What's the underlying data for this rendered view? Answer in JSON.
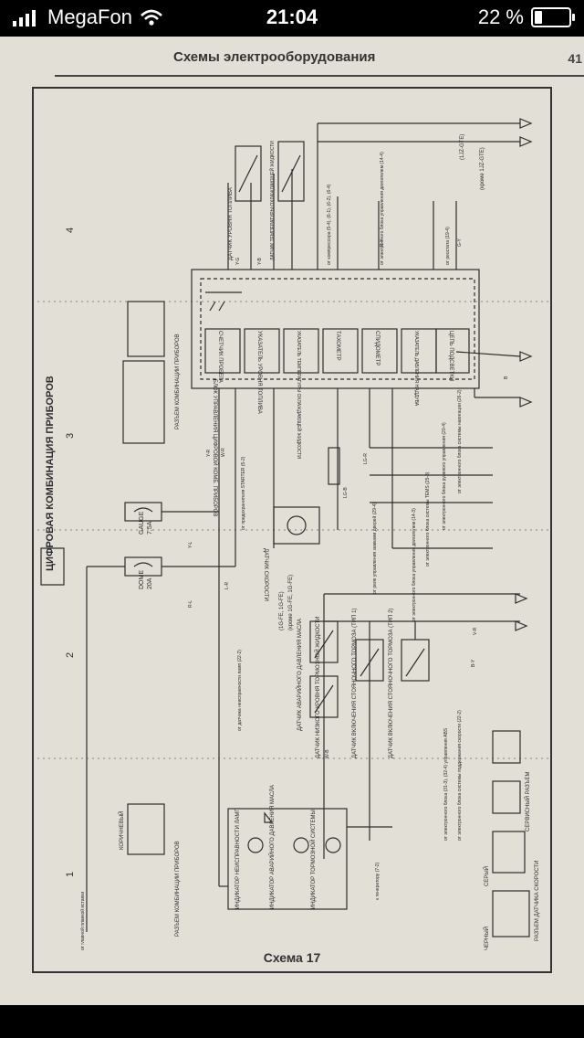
{
  "status_bar": {
    "carrier": "MegaFon",
    "time": "21:04",
    "battery": "22 %",
    "battery_level": 0.22,
    "icons": [
      "signal-bars-icon",
      "wifi-icon",
      "battery-icon"
    ]
  },
  "page": {
    "header_title": "Схемы электрооборудования",
    "page_number": "41",
    "footer": "Схема 17"
  },
  "diagram": {
    "title": "ЦИФРОВАЯ КОМБИНАЦИЯ ПРИБОРОВ",
    "zone_numbers": [
      "1",
      "2",
      "3",
      "4"
    ],
    "fuses": [
      {
        "name": "GAUGE",
        "rating": "7,5А"
      },
      {
        "name": "DOME",
        "rating": "20А"
      }
    ],
    "block_title": "БЛОК УПРАВЛЕНИЯ ЦИФРОВОЙ КОМБ. ПРИБОРОВ",
    "block_components": [
      "СЧЕТЧИК ПРОБЕГА",
      "УКАЗАТЕЛЬ УРОВНЯ ТОПЛИВА",
      "УКАЗАТЕЛЬ ТЕМПЕРАТУРЫ ОХЛАЖДАЮЩЕЙ ЖИДКОСТИ",
      "ТАХОМЕТР",
      "СПИДОМЕТР",
      "УКАЗАТЕЛЬ ДАВЛЕНИЯ НАДДУВА",
      "ЦЕПЬ ПОДСВЕТКИ"
    ],
    "sensors": [
      "ДАТЧИК УРОВНЯ ТОПЛИВА",
      "ДАТЧИК ТЕМПЕРАТУРЫ ОХЛАЖДАЮЩЕЙ ЖИДКОСТИ",
      "ДАТЧИК АВАРИЙНОГО ДАВЛЕНИЯ МАСЛА",
      "ДАТЧИК НИЗКОГО УРОВНЯ ТОРМОЗНОЙ ЖИДКОСТИ",
      "ДАТЧИК ВКЛЮЧЕНИЯ СТОЯНОЧНОГО ТОРМОЗА (ТИП 1)",
      "ДАТЧИК ВКЛЮЧЕНИЯ СТОЯНОЧНОГО ТОРМОЗА (ТИП 2)",
      "ДАТЧИК СКОРОСТИ"
    ],
    "indicators": [
      "ИНДИКАТОР НЕИСПРАВНОСТИ ЛАМП",
      "ИНДИКАТОР АВАРИЙНОГО ДАВЛЕНИЯ МАСЛА",
      "ИНДИКАТОР ТОРМОЗНОЙ СИСТЕМЫ"
    ],
    "connectors": [
      "РАЗЪЕМ КОМБИНАЦИИ ПРИБОРОВ",
      "СЕРВИСНЫЙ РАЗЪЕМ",
      "РАЗЪЕМ ДАТЧИКА СКОРОСТИ"
    ],
    "connector_colors": [
      "КОРИЧНЕВЫЙ",
      "СЕРЫЙ",
      "ЧЕРНЫЙ"
    ],
    "references": [
      "от главной плавкой вставки",
      "от датчика неисправности ламп (22-2)",
      "от предохранителя STARTER (5-2)",
      "от электронного блока (31-3), (32-4) управления ABS",
      "от электронного блока системы поддержания скорости (22-2)",
      "от реле управления замками дверей (29-4)",
      "от электронного блока управления двигателем (14-3)",
      "от электронного блока системы TEMS (25-3)",
      "от электронного блока рулевого управления (20-4)",
      "от электронного блока системы навигации (26-2)",
      "от электронного блока управления двигателем (14-4)",
      "от реостата (19-4)",
      "к генератору (7-2)",
      "от компрессора (5-4), (6-1), (6-2), (6-4)"
    ],
    "engine_notes": [
      "(1JZ-GTE)",
      "(кроме 1JZ-GTE)",
      "(1G-FE, 1G-FE)",
      "(кроме 1G-FE, 1G-FE)"
    ],
    "wire_codes": [
      "Y-G",
      "Y-B",
      "W-R",
      "L-R",
      "Y-L",
      "R-L",
      "LG-R",
      "V-R",
      "R-Y",
      "B-Y",
      "G-Y",
      "B",
      "W-B",
      "Y-R",
      "LG-B"
    ]
  }
}
